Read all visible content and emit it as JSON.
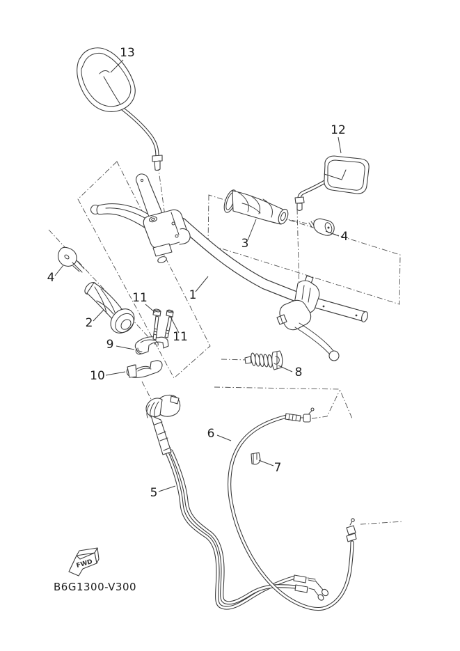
{
  "diagram": {
    "code": "B6G1300-V300",
    "fwd": "FWD",
    "line_color": "#3a3a3a",
    "background": "#ffffff",
    "callouts": [
      {
        "num": "1"
      },
      {
        "num": "2"
      },
      {
        "num": "3"
      },
      {
        "num": "4"
      },
      {
        "num": "4"
      },
      {
        "num": "5"
      },
      {
        "num": "6"
      },
      {
        "num": "7"
      },
      {
        "num": "8"
      },
      {
        "num": "9"
      },
      {
        "num": "10"
      },
      {
        "num": "11"
      },
      {
        "num": "11"
      },
      {
        "num": "12"
      },
      {
        "num": "13"
      }
    ]
  }
}
